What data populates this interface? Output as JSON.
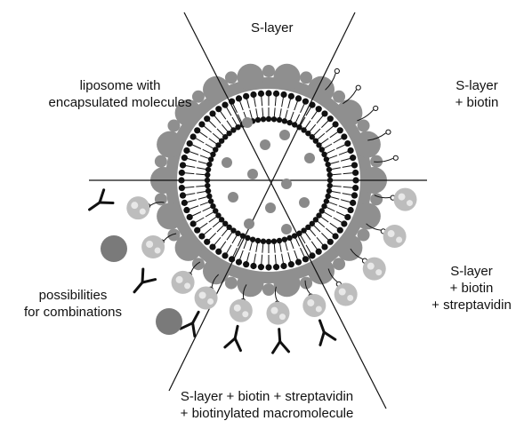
{
  "labels": {
    "s_layer": "S-layer",
    "liposome": [
      "liposome with",
      "encapsulated molecules"
    ],
    "s_layer_biotin": [
      "S-layer",
      "+ biotin"
    ],
    "s_layer_biotin_strep": [
      "S-layer",
      "+ biotin",
      "+ streptavidin"
    ],
    "combinations": [
      "possibilities",
      "for combinations"
    ],
    "bottom": [
      "S-layer + biotin + streptavidin",
      "+ biotinylated macromolecule"
    ]
  },
  "colors": {
    "s_layer_gray": "#8f8f8f",
    "lipid_black": "#111111",
    "inner_dot": "#8a8a8a",
    "streptavidin": "#bdbdbd",
    "macromolecule": "#7a7a7a",
    "line": "#111111"
  },
  "icons": {
    "lipid": "lipid-bilayer",
    "biotin": "biotin-linker-icon",
    "streptavidin": "streptavidin-icon",
    "antibody": "antibody-icon",
    "macromolecule": "macromolecule-sphere-icon"
  }
}
